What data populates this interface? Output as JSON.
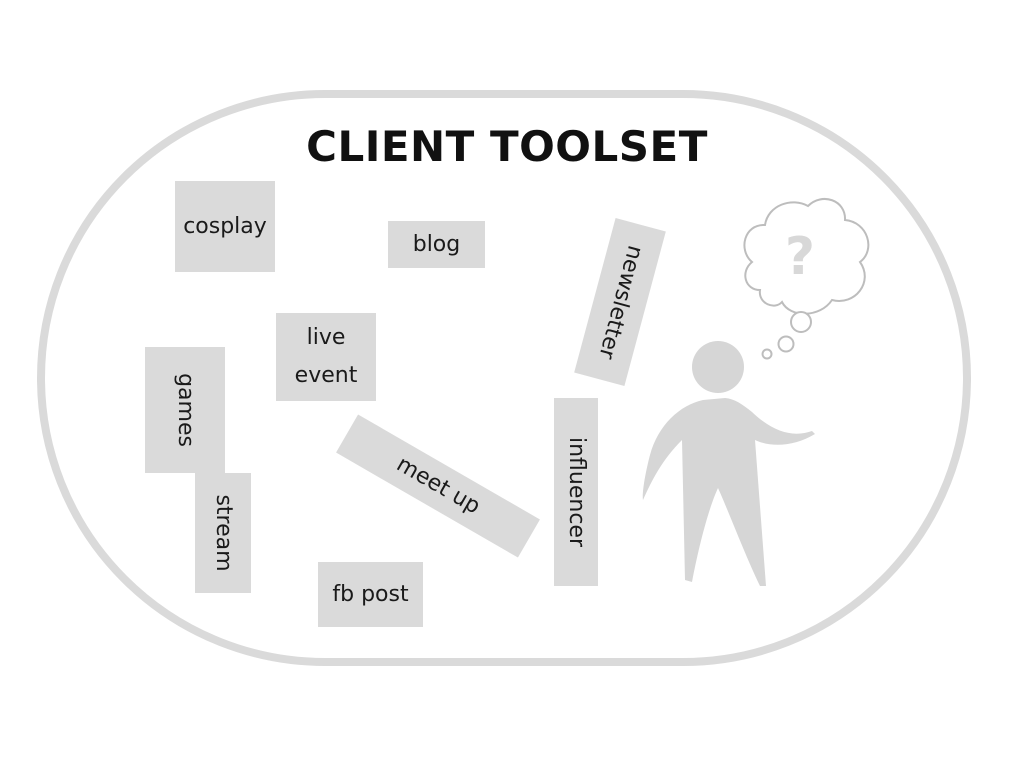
{
  "title": "CLIENT TOOLSET",
  "tools": [
    {
      "label": "cosplay"
    },
    {
      "label": "blog"
    },
    {
      "label": "newsletter"
    },
    {
      "label": "live\nevent"
    },
    {
      "label": "games"
    },
    {
      "label": "meet up"
    },
    {
      "label": "influencer"
    },
    {
      "label": "stream"
    },
    {
      "label": "fb post"
    }
  ],
  "thought_mark": "?",
  "colors": {
    "shape_gray": "#dadada",
    "text": "#1a1a1a",
    "title": "#111111"
  }
}
